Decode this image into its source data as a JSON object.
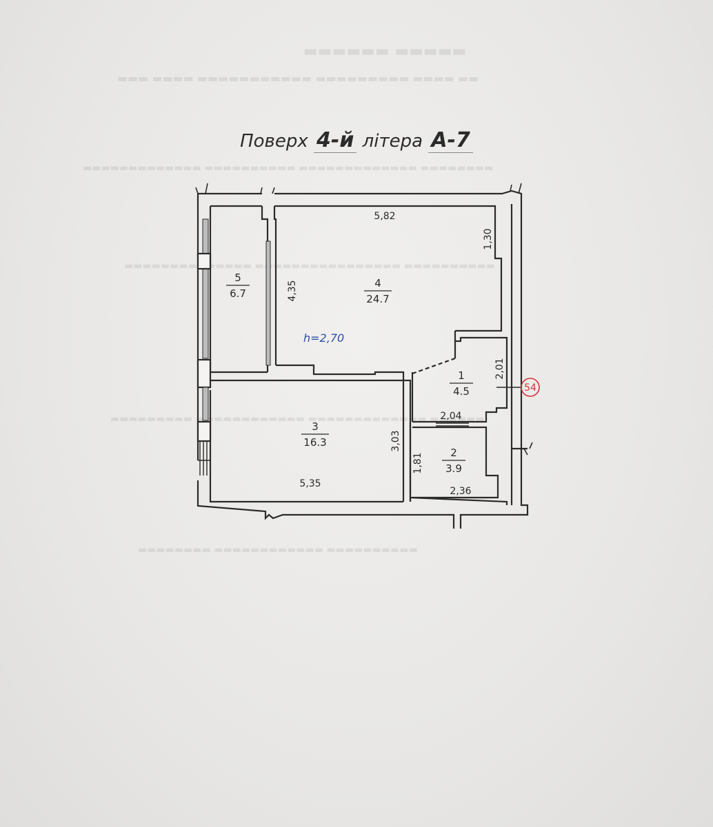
{
  "title": {
    "floor_word": "Поверх",
    "floor_value": "4-й",
    "letter_word": "літера",
    "letter_value": "А-7"
  },
  "height_label": "h=2,70",
  "rooms": [
    {
      "number": "1",
      "area": "4.5"
    },
    {
      "number": "2",
      "area": "3.9"
    },
    {
      "number": "3",
      "area": "16.3"
    },
    {
      "number": "4",
      "area": "24.7"
    },
    {
      "number": "5",
      "area": "6.7"
    }
  ],
  "dimensions": {
    "room4_width": "5,82",
    "room4_right_height": "1,30",
    "room5_height": "4,35",
    "room1_height": "2,01",
    "room1_width": "2,04",
    "room3_height": "3,03",
    "room3_width": "5,35",
    "room2_height": "1,81",
    "room2_width": "2,36"
  },
  "stamp": "54",
  "colors": {
    "line": "#2a2a2a",
    "height_label": "#2c4da8",
    "stamp": "#d2333a"
  }
}
